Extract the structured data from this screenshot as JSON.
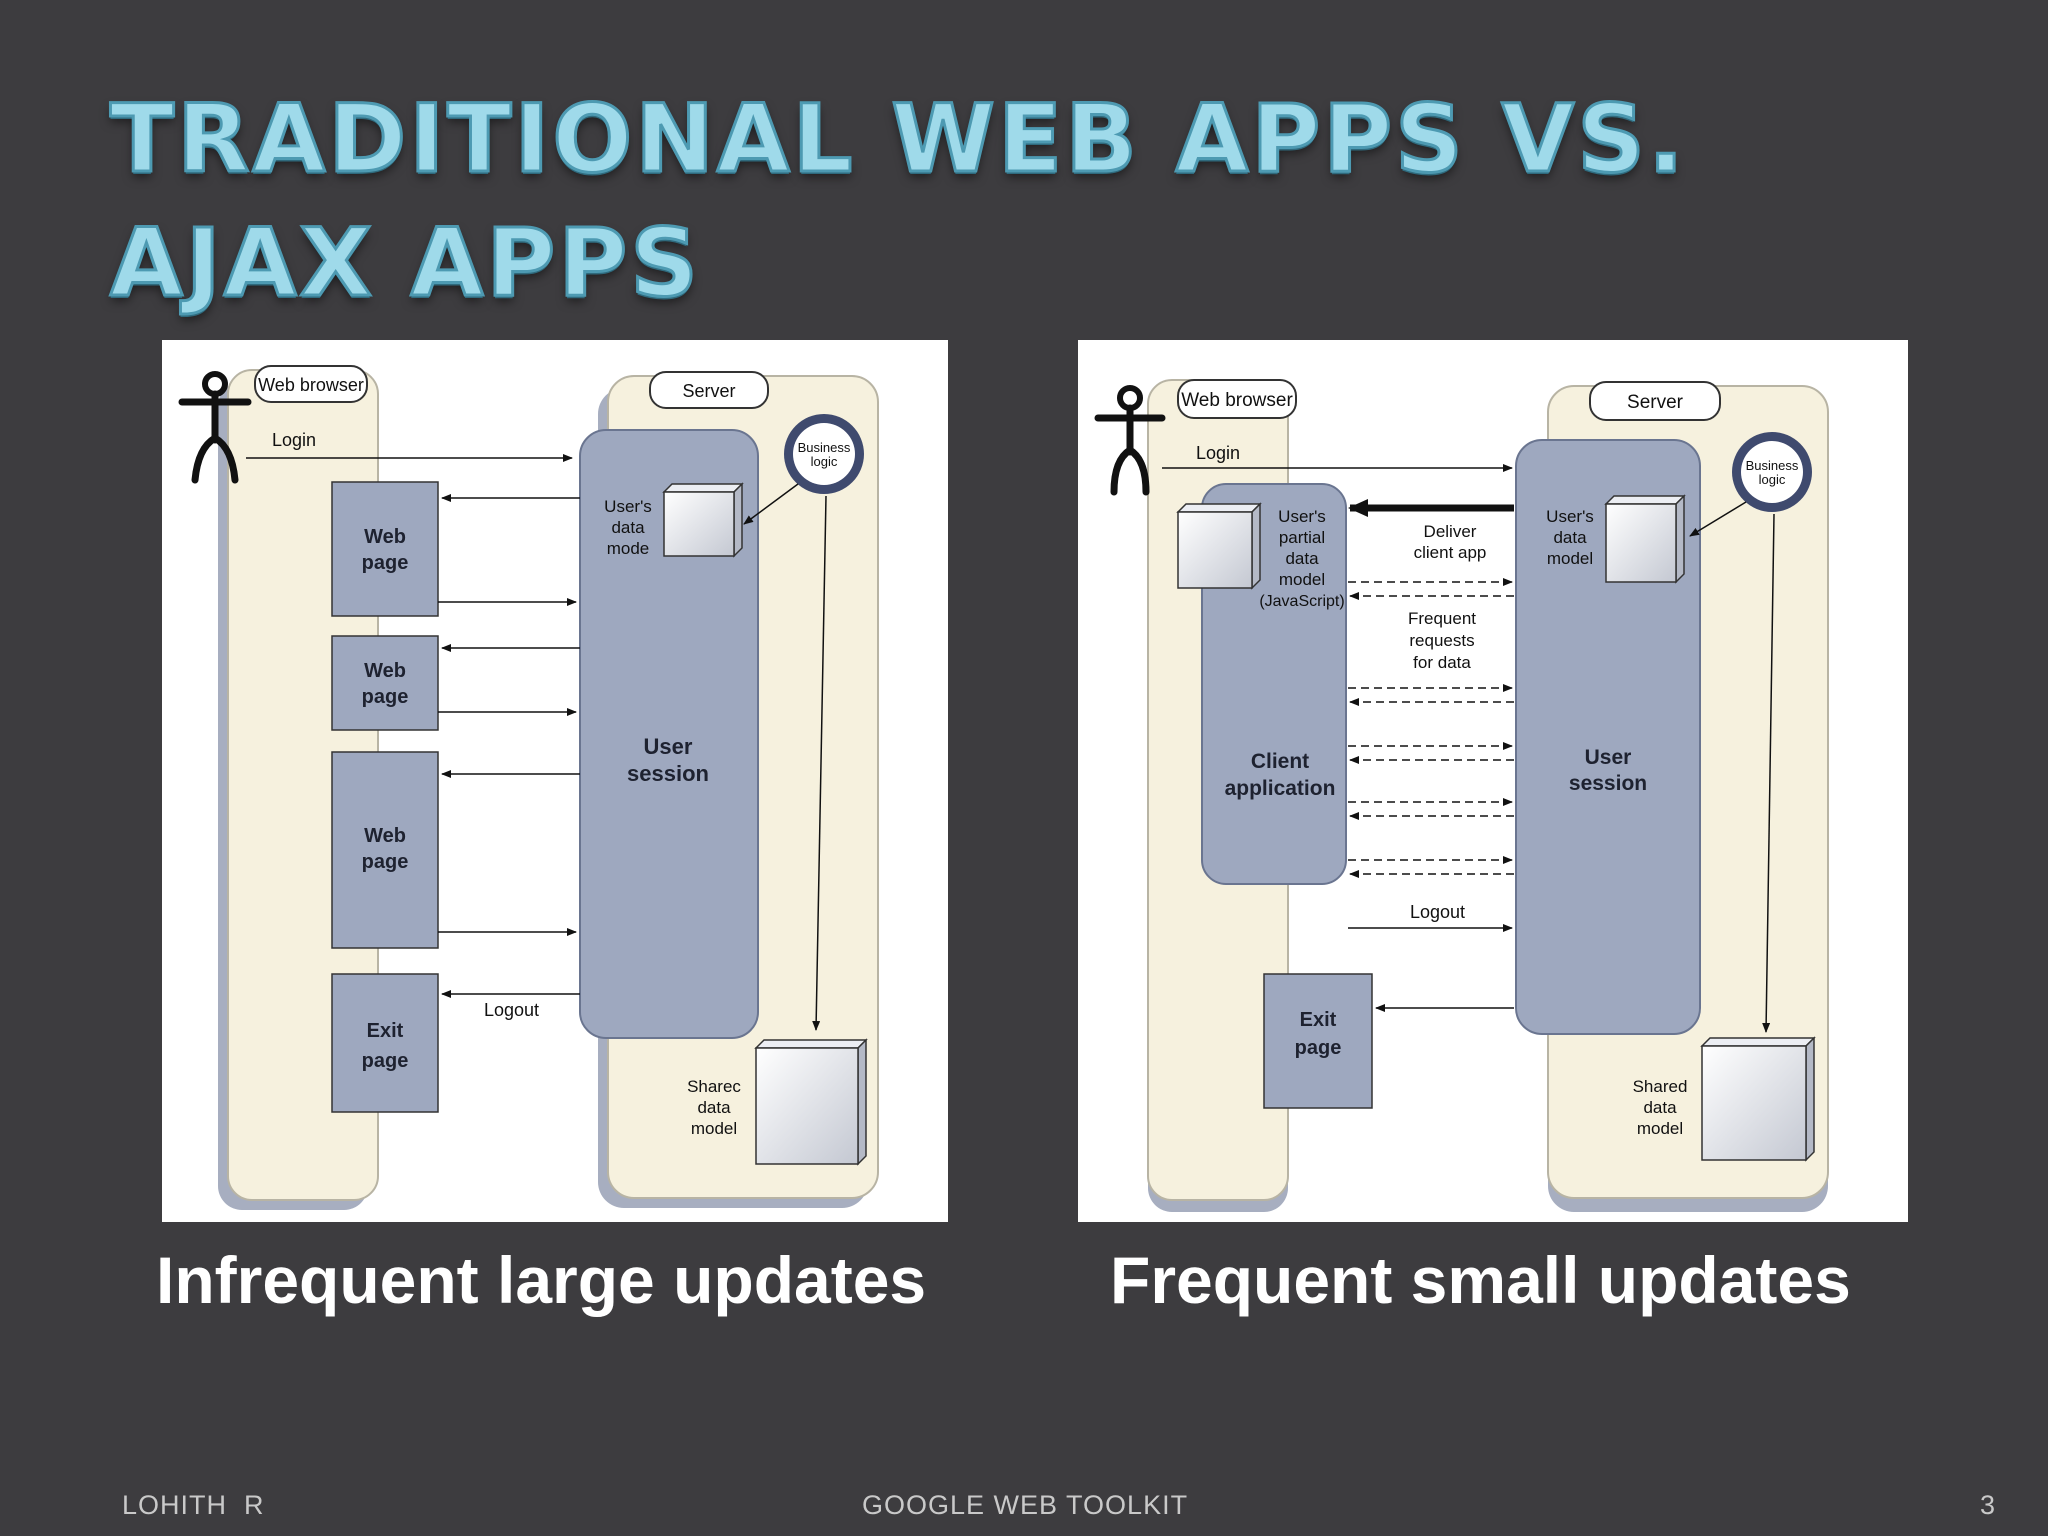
{
  "slide": {
    "title": "TRADITIONAL WEB APPS VS. AJAX APPS",
    "footer_left": "LOHITH  R",
    "footer_center": "GOOGLE WEB TOOLKIT",
    "page_number": "3"
  },
  "left_diagram": {
    "caption": "Infrequent large updates",
    "browser_label": "Web browser",
    "server_label": "Server",
    "login_label": "Login",
    "logout_label": "Logout",
    "business_logic_label": [
      "Business",
      "logic"
    ],
    "user_data_label": [
      "User's",
      "data",
      "mode"
    ],
    "user_session_label": [
      "User",
      "session"
    ],
    "shared_data_label": [
      "Sharec",
      "data",
      "model"
    ],
    "pages": [
      {
        "label": [
          "Web",
          "page"
        ]
      },
      {
        "label": [
          "Web",
          "page"
        ]
      },
      {
        "label": [
          "Web",
          "page"
        ]
      },
      {
        "label": [
          "Exit",
          "page"
        ]
      }
    ]
  },
  "right_diagram": {
    "caption": "Frequent small updates",
    "browser_label": "Web browser",
    "server_label": "Server",
    "login_label": "Login",
    "logout_label": "Logout",
    "business_logic_label": [
      "Business",
      "logic"
    ],
    "partial_model_label": [
      "User's",
      "partial",
      "data",
      "model",
      "(JavaScript)"
    ],
    "client_app_label": [
      "Client",
      "application"
    ],
    "deliver_label": [
      "Deliver",
      "client app"
    ],
    "frequent_label": [
      "Frequent",
      "requests",
      "for data"
    ],
    "user_data_label": [
      "User's",
      "data",
      "model"
    ],
    "user_session_label": [
      "User",
      "session"
    ],
    "shared_data_label": [
      "Shared",
      "data",
      "model"
    ],
    "exit_page_label": [
      "Exit",
      "page"
    ]
  },
  "colors": {
    "background": "#3d3c3f",
    "title": "#9fdaea",
    "lane": "#f6f1de",
    "block": "#9ea8bf",
    "circle": "#3f4a6e"
  }
}
